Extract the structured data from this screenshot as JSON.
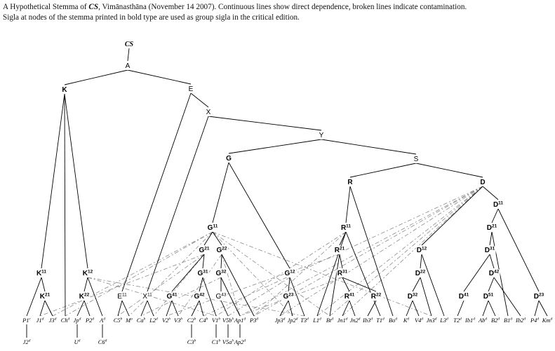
{
  "caption": {
    "line1_a": "A Hypothetical Stemma of ",
    "line1_cs": "CS",
    "line1_b": ", Vimānasthāna (November 14 2007). Continuous lines show direct dependence, broken lines indicate contamination.",
    "line2": "Sigla at nodes of the stemma printed in bold type are used as group sigla in the critical edition."
  },
  "nodes": [
    {
      "id": "CS",
      "base": "CS",
      "sup": "",
      "style": "root"
    },
    {
      "id": "A",
      "base": "A",
      "sup": "",
      "style": "plain"
    },
    {
      "id": "K",
      "base": "K",
      "sup": "",
      "style": "bold"
    },
    {
      "id": "E",
      "base": "E",
      "sup": "",
      "style": "plain"
    },
    {
      "id": "X",
      "base": "X",
      "sup": "",
      "style": "plain"
    },
    {
      "id": "Y",
      "base": "Y",
      "sup": "",
      "style": "plain"
    },
    {
      "id": "G",
      "base": "G",
      "sup": "",
      "style": "bold"
    },
    {
      "id": "S",
      "base": "S",
      "sup": "",
      "style": "plain"
    },
    {
      "id": "R",
      "base": "R",
      "sup": "",
      "style": "bold"
    },
    {
      "id": "D",
      "base": "D",
      "sup": "",
      "style": "bold"
    },
    {
      "id": "D11",
      "base": "D",
      "sup": "11",
      "style": "bold"
    },
    {
      "id": "G11",
      "base": "G",
      "sup": "11",
      "style": "bold"
    },
    {
      "id": "R11",
      "base": "R",
      "sup": "11",
      "style": "bold"
    },
    {
      "id": "D21",
      "base": "D",
      "sup": "21",
      "style": "bold"
    },
    {
      "id": "G21",
      "base": "G",
      "sup": "21",
      "style": "bold"
    },
    {
      "id": "G22",
      "base": "G",
      "sup": "22",
      "style": "bold"
    },
    {
      "id": "R21",
      "base": "R",
      "sup": "21",
      "style": "bold"
    },
    {
      "id": "D12",
      "base": "D",
      "sup": "12",
      "style": "bold"
    },
    {
      "id": "D31",
      "base": "D",
      "sup": "31",
      "style": "bold"
    },
    {
      "id": "G31",
      "base": "G",
      "sup": "31",
      "style": "bold"
    },
    {
      "id": "G32",
      "base": "G",
      "sup": "32",
      "style": "bold"
    },
    {
      "id": "K11",
      "base": "K",
      "sup": "11",
      "style": "bold"
    },
    {
      "id": "K12",
      "base": "K",
      "sup": "12",
      "style": "bold"
    },
    {
      "id": "G12",
      "base": "G",
      "sup": "12",
      "style": "bold"
    },
    {
      "id": "R31",
      "base": "R",
      "sup": "31",
      "style": "bold"
    },
    {
      "id": "D22",
      "base": "D",
      "sup": "22",
      "style": "bold"
    },
    {
      "id": "D42",
      "base": "D",
      "sup": "42",
      "style": "bold"
    },
    {
      "id": "K21",
      "base": "K",
      "sup": "21",
      "style": "bold"
    },
    {
      "id": "K22",
      "base": "K",
      "sup": "22",
      "style": "bold"
    },
    {
      "id": "E11",
      "base": "E",
      "sup": "11",
      "style": "plain"
    },
    {
      "id": "X11",
      "base": "X",
      "sup": "11",
      "style": "plain"
    },
    {
      "id": "G41",
      "base": "G",
      "sup": "41",
      "style": "bold"
    },
    {
      "id": "G42",
      "base": "G",
      "sup": "42",
      "style": "bold"
    },
    {
      "id": "G43",
      "base": "G",
      "sup": "43",
      "style": "plain"
    },
    {
      "id": "G23",
      "base": "G",
      "sup": "23",
      "style": "bold"
    },
    {
      "id": "R41",
      "base": "R",
      "sup": "41",
      "style": "bold"
    },
    {
      "id": "R22",
      "base": "R",
      "sup": "22",
      "style": "bold"
    },
    {
      "id": "D32",
      "base": "D",
      "sup": "32",
      "style": "bold"
    },
    {
      "id": "D41",
      "base": "D",
      "sup": "41",
      "style": "bold"
    },
    {
      "id": "D51",
      "base": "D",
      "sup": "51",
      "style": "bold"
    },
    {
      "id": "D23",
      "base": "D",
      "sup": "23",
      "style": "bold"
    }
  ],
  "manuscripts": [
    {
      "id": "P1",
      "base": "P1",
      "sup": "c"
    },
    {
      "id": "J1",
      "base": "J1",
      "sup": "d"
    },
    {
      "id": "J3",
      "base": "J3",
      "sup": "d"
    },
    {
      "id": "Ch",
      "base": "Ch",
      "sup": "d"
    },
    {
      "id": "Jp",
      "base": "Jp",
      "sup": "d"
    },
    {
      "id": "P2",
      "base": "P2",
      "sup": "d"
    },
    {
      "id": "Ad",
      "base": "A",
      "sup": "d"
    },
    {
      "id": "C5",
      "base": "C5",
      "sup": "b"
    },
    {
      "id": "M",
      "base": "M",
      "sup": "a"
    },
    {
      "id": "Ca",
      "base": "Ca",
      "sup": "b"
    },
    {
      "id": "L2",
      "base": "L2",
      "sup": "d"
    },
    {
      "id": "V2",
      "base": "V2",
      "sup": "b"
    },
    {
      "id": "V3",
      "base": "V3",
      "sup": "b"
    },
    {
      "id": "C2",
      "base": "C2",
      "sup": "b"
    },
    {
      "id": "C4",
      "base": "C4",
      "sup": "b"
    },
    {
      "id": "V1",
      "base": "V1",
      "sup": "b"
    },
    {
      "id": "V5b",
      "base": "V5b",
      "sup": "b"
    },
    {
      "id": "Ap1",
      "base": "Ap1",
      "sup": "d"
    },
    {
      "id": "P3",
      "base": "P3",
      "sup": "d"
    },
    {
      "id": "Jp3",
      "base": "Jp3",
      "sup": "d"
    },
    {
      "id": "Jp2",
      "base": "Jp2",
      "sup": "d"
    },
    {
      "id": "T3",
      "base": "T3",
      "sup": "d"
    },
    {
      "id": "L1",
      "base": "L1",
      "sup": "d"
    },
    {
      "id": "Bt",
      "base": "Bt",
      "sup": "d"
    },
    {
      "id": "Jn1",
      "base": "Jn1",
      "sup": "d"
    },
    {
      "id": "Jn2",
      "base": "Jn2",
      "sup": "d"
    },
    {
      "id": "Ib3",
      "base": "Ib3",
      "sup": "d"
    },
    {
      "id": "T1",
      "base": "T1",
      "sup": "d"
    },
    {
      "id": "Bo",
      "base": "Bo",
      "sup": "d"
    },
    {
      "id": "Kd",
      "base": "K",
      "sup": "d"
    },
    {
      "id": "V4",
      "base": "V4",
      "sup": "d"
    },
    {
      "id": "Jn3",
      "base": "Jn3",
      "sup": "d"
    },
    {
      "id": "L3",
      "base": "L3",
      "sup": "d"
    },
    {
      "id": "T2",
      "base": "T2",
      "sup": "d"
    },
    {
      "id": "Ib1",
      "base": "Ib1",
      "sup": "d"
    },
    {
      "id": "Ab",
      "base": "Ab",
      "sup": "d"
    },
    {
      "id": "B2",
      "base": "B2",
      "sup": "d"
    },
    {
      "id": "B1",
      "base": "B1",
      "sup": "d"
    },
    {
      "id": "Ib2",
      "base": "Ib2",
      "sup": "d"
    },
    {
      "id": "P4",
      "base": "P4",
      "sup": "d"
    },
    {
      "id": "Km",
      "base": "Km",
      "sup": "d"
    },
    {
      "id": "J2",
      "base": "J2",
      "sup": "d"
    },
    {
      "id": "U",
      "base": "U",
      "sup": "d"
    },
    {
      "id": "C6",
      "base": "C6",
      "sup": "d"
    },
    {
      "id": "C3",
      "base": "C3",
      "sup": "b"
    },
    {
      "id": "C1",
      "base": "C1",
      "sup": "b"
    },
    {
      "id": "V5a",
      "base": "V5a",
      "sup": "b"
    },
    {
      "id": "Ap2",
      "base": "Ap2",
      "sup": "d"
    }
  ],
  "edges": [
    [
      "CS",
      "A"
    ],
    [
      "A",
      "K"
    ],
    [
      "A",
      "E"
    ],
    [
      "E",
      "X"
    ],
    [
      "E",
      "E11"
    ],
    [
      "X",
      "Y"
    ],
    [
      "X",
      "X11"
    ],
    [
      "Y",
      "G"
    ],
    [
      "Y",
      "S"
    ],
    [
      "S",
      "R"
    ],
    [
      "S",
      "D"
    ],
    [
      "K",
      "K11"
    ],
    [
      "K",
      "K12"
    ],
    [
      "K",
      "Ch"
    ],
    [
      "K11",
      "P1"
    ],
    [
      "K11",
      "K21"
    ],
    [
      "K21",
      "J1"
    ],
    [
      "K21",
      "J3"
    ],
    [
      "K12",
      "K22"
    ],
    [
      "K12",
      "Ad"
    ],
    [
      "K22",
      "Jp"
    ],
    [
      "K22",
      "P2"
    ],
    [
      "E11",
      "C5"
    ],
    [
      "E11",
      "M"
    ],
    [
      "X11",
      "Ca"
    ],
    [
      "X11",
      "L2"
    ],
    [
      "G",
      "G11"
    ],
    [
      "G",
      "G12"
    ],
    [
      "G11",
      "G21"
    ],
    [
      "G11",
      "G22"
    ],
    [
      "G21",
      "G41"
    ],
    [
      "G21",
      "G31"
    ],
    [
      "G41",
      "V2"
    ],
    [
      "G41",
      "V3"
    ],
    [
      "G31",
      "G42"
    ],
    [
      "G31",
      "V1"
    ],
    [
      "G42",
      "C2"
    ],
    [
      "G42",
      "C4"
    ],
    [
      "G22",
      "G32"
    ],
    [
      "G22",
      "P3"
    ],
    [
      "G32",
      "G43"
    ],
    [
      "G32",
      "Ap1"
    ],
    [
      "G43",
      "V5b"
    ],
    [
      "G12",
      "G23"
    ],
    [
      "G12",
      "T3"
    ],
    [
      "G23",
      "Jp3"
    ],
    [
      "G23",
      "Jp2"
    ],
    [
      "R",
      "R11"
    ],
    [
      "R",
      "Bo"
    ],
    [
      "R11",
      "L1"
    ],
    [
      "R11",
      "R21"
    ],
    [
      "R11",
      "T1"
    ],
    [
      "R21",
      "R31"
    ],
    [
      "R21",
      "Bt"
    ],
    [
      "R31",
      "R41"
    ],
    [
      "R31",
      "R22"
    ],
    [
      "R41",
      "Jn1"
    ],
    [
      "R41",
      "Jn2"
    ],
    [
      "R22",
      "Ib3"
    ],
    [
      "D",
      "D11"
    ],
    [
      "D",
      "D12"
    ],
    [
      "D11",
      "D21"
    ],
    [
      "D11",
      "D23"
    ],
    [
      "D21",
      "D31"
    ],
    [
      "D21",
      "B1"
    ],
    [
      "D31",
      "D41"
    ],
    [
      "D31",
      "D42"
    ],
    [
      "D41",
      "T2"
    ],
    [
      "D42",
      "D51"
    ],
    [
      "D42",
      "Ib2"
    ],
    [
      "D51",
      "Ab"
    ],
    [
      "D51",
      "B2"
    ],
    [
      "D12",
      "D22"
    ],
    [
      "D12",
      "L3"
    ],
    [
      "D22",
      "D32"
    ],
    [
      "D22",
      "Jn3"
    ],
    [
      "D32",
      "Kd"
    ],
    [
      "D32",
      "V4"
    ],
    [
      "D23",
      "P4"
    ],
    [
      "D23",
      "Km"
    ],
    [
      "P1",
      "J2"
    ],
    [
      "Jp",
      "U"
    ],
    [
      "Ad",
      "C6"
    ],
    [
      "C2",
      "C3"
    ],
    [
      "V1",
      "C1"
    ],
    [
      "V5b",
      "V5a"
    ],
    [
      "Ap1",
      "Ap2"
    ]
  ],
  "contamination": [
    [
      "K12",
      "T3"
    ],
    [
      "K12",
      "V1"
    ],
    [
      "G11",
      "J3"
    ],
    [
      "G11",
      "Ch"
    ],
    [
      "G11",
      "M"
    ],
    [
      "G11",
      "Jp2"
    ],
    [
      "G11",
      "Bt"
    ],
    [
      "G11",
      "Jn3"
    ],
    [
      "G21",
      "J1"
    ],
    [
      "G21",
      "C5"
    ],
    [
      "G21",
      "L2"
    ],
    [
      "G22",
      "V3"
    ],
    [
      "G22",
      "Ap1"
    ],
    [
      "G32",
      "Ca"
    ],
    [
      "G12",
      "V5b"
    ],
    [
      "R11",
      "P3"
    ],
    [
      "R11",
      "V1"
    ],
    [
      "R21",
      "V2"
    ],
    [
      "R31",
      "Ap1"
    ],
    [
      "D",
      "C4"
    ],
    [
      "D",
      "Ap1"
    ],
    [
      "D",
      "P3"
    ],
    [
      "D",
      "Jp3"
    ],
    [
      "D",
      "L1"
    ],
    [
      "D",
      "Bt"
    ],
    [
      "D",
      "Jn1"
    ]
  ]
}
